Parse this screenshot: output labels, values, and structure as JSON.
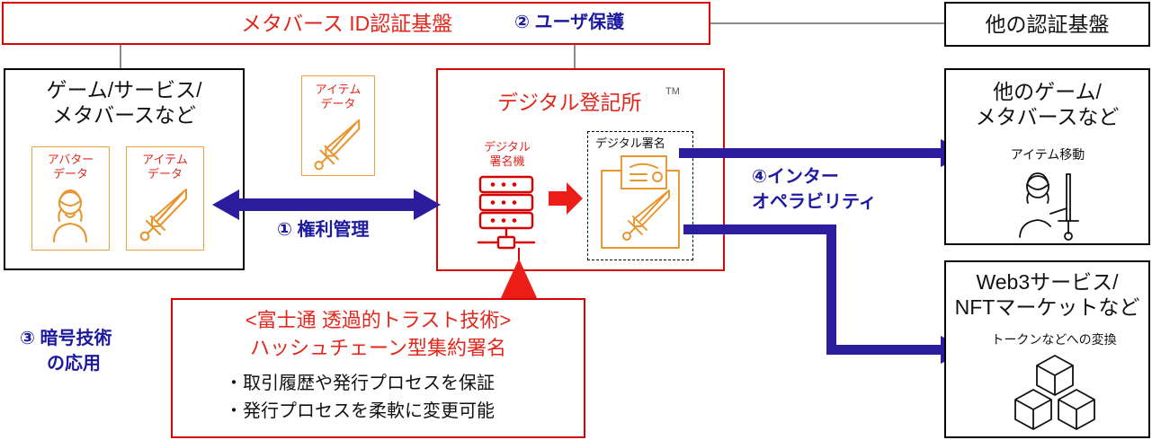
{
  "diagram": {
    "top_bar": {
      "title": "メタバース ID認証基盤",
      "badge": "② ユーザ保護"
    },
    "other_auth": {
      "title": "他の認証基盤"
    },
    "left_box": {
      "title_line1": "ゲーム/サービス/",
      "title_line2": "メタバースなど",
      "cards": [
        {
          "line1": "アバター",
          "line2": "データ",
          "icon": "avatar-icon"
        },
        {
          "line1": "アイテム",
          "line2": "データ",
          "icon": "sword-icon"
        }
      ]
    },
    "floating_card": {
      "line1": "アイテム",
      "line2": "データ",
      "icon": "sword-icon"
    },
    "center_box": {
      "title": "デジタル登記所",
      "trademark": "TM",
      "signer": {
        "line1": "デジタル",
        "line2": "署名機",
        "icon": "server-icon"
      },
      "signature": {
        "label": "デジタル署名",
        "icon": "certificate-sword-icon"
      }
    },
    "arrows": {
      "rights_management": "① 権利管理",
      "interoperability_line1": "④インター",
      "interoperability_line2": "オペラビリティ"
    },
    "crypto_label": {
      "line1": "③ 暗号技術",
      "line2": "の応用"
    },
    "bottom_box": {
      "heading1": "<富士通 透過的トラスト技術>",
      "heading2": "ハッシュチェーン型集約署名",
      "bullets": [
        "・取引履歴や発行プロセスを保証",
        "・発行プロセスを柔軟に変更可能"
      ]
    },
    "right_boxes": [
      {
        "title_line1": "他のゲーム/",
        "title_line2": "メタバースなど",
        "caption": "アイテム移動",
        "icon": "person-with-sword-icon"
      },
      {
        "title_line1": "Web3サービス/",
        "title_line2": "NFTマーケットなど",
        "caption": "トークンなどへの変換",
        "icon": "cubes-icon"
      }
    ],
    "colors": {
      "red": "#d80000",
      "red_text": "#e2271c",
      "navy": "#1c1a9e",
      "orange": "#e8a33d",
      "black": "#000000",
      "gray": "#8b8b8b"
    }
  }
}
